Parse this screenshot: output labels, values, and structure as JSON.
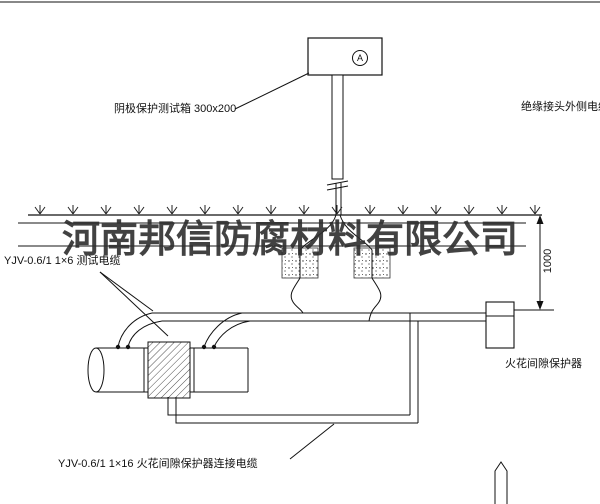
{
  "company_watermark": "河南邦信防腐材料有限公司",
  "diagram": {
    "meter_label": "A",
    "labels": {
      "test_box": "阴极保护测试箱 300x200",
      "insulated_joint_cable": "绝缘接头外侧电缆",
      "test_cable": "YJV-0.6/1 1×6 测试电缆",
      "spark_gap_protector": "火花间隙保护器",
      "protector_cable": "YJV-0.6/1 1×16 火花间隙保护器连接电缆",
      "dimension": "1000"
    }
  },
  "colors": {
    "line": "#111111",
    "watermark": "#2e2e2e",
    "background": "#ffffff"
  }
}
